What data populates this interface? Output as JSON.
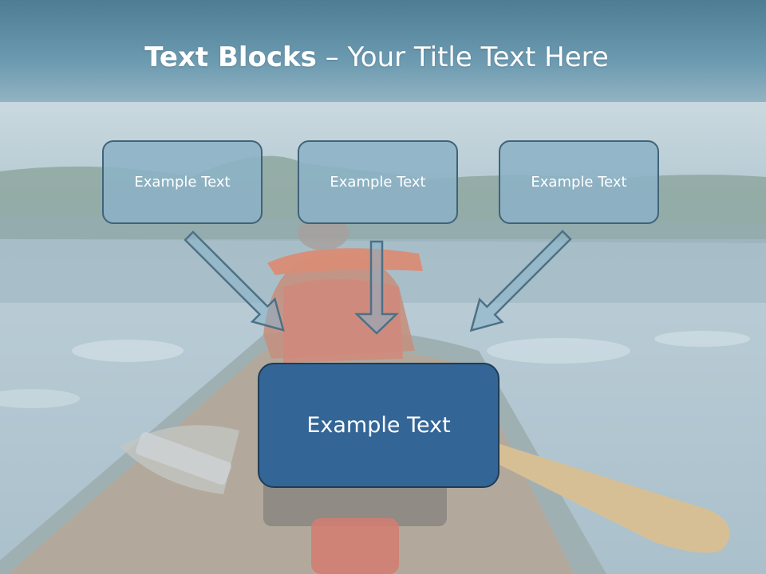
{
  "slide": {
    "title_bold": "Text Blocks",
    "title_separator": "–",
    "title_rest": "Your Title Text Here"
  },
  "blocks": {
    "left": "Example Text",
    "center": "Example Text",
    "right": "Example Text",
    "main": "Example Text"
  },
  "colors": {
    "header_band": "#5f8ea4",
    "small_box_fill": "#8cb2c6",
    "small_box_border": "#3f6379",
    "main_box_fill": "#336596",
    "main_box_border": "#1f3c55",
    "arrow_fill": "#86b2c8",
    "arrow_stroke": "#4d7186"
  }
}
